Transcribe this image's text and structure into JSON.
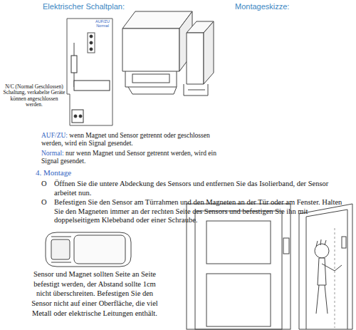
{
  "diagram": {
    "labels": [
      "Elektrischer Schaltplan:",
      "Montageskizze:",
      "AUF/ZU Normal",
      "N/C (Normal Geschlossen) Schaltung, verkabelte Geräte können angeschlossen werden.",
      "AUF/ZU:",
      "wenn Magnet und Sensor getrennt oder geschlossen werden, wird ein Signal gesendet.",
      "Normal:",
      "nur wenn Magnet und Sensor getrennt werden, wird ein Signal gesendet.",
      "4. Montage",
      "O",
      "Öffnen Sie die untere Abdeckung des Sensors und entfernen Sie das Isolierband, der Sensor arbeitet nun.",
      "O",
      "Befestigen Sie den Sensor am Türrahmen und den Magneten an der Tür oder am Fenster. Halten Sie den Magneten immer an der rechten Seite des Sensors und befestigen Sie ihn mit doppelseitigem Klebeband oder einer Schraube.",
      "Sensor und Magnet sollten Seite an Seite befestigt werden, der Abstand sollte 1cm nicht überschreiten. Befestigen Sie den Sensor nicht auf einer Oberfläche, die viel Metall oder elektrische Leitungen enthält."
    ]
  }
}
